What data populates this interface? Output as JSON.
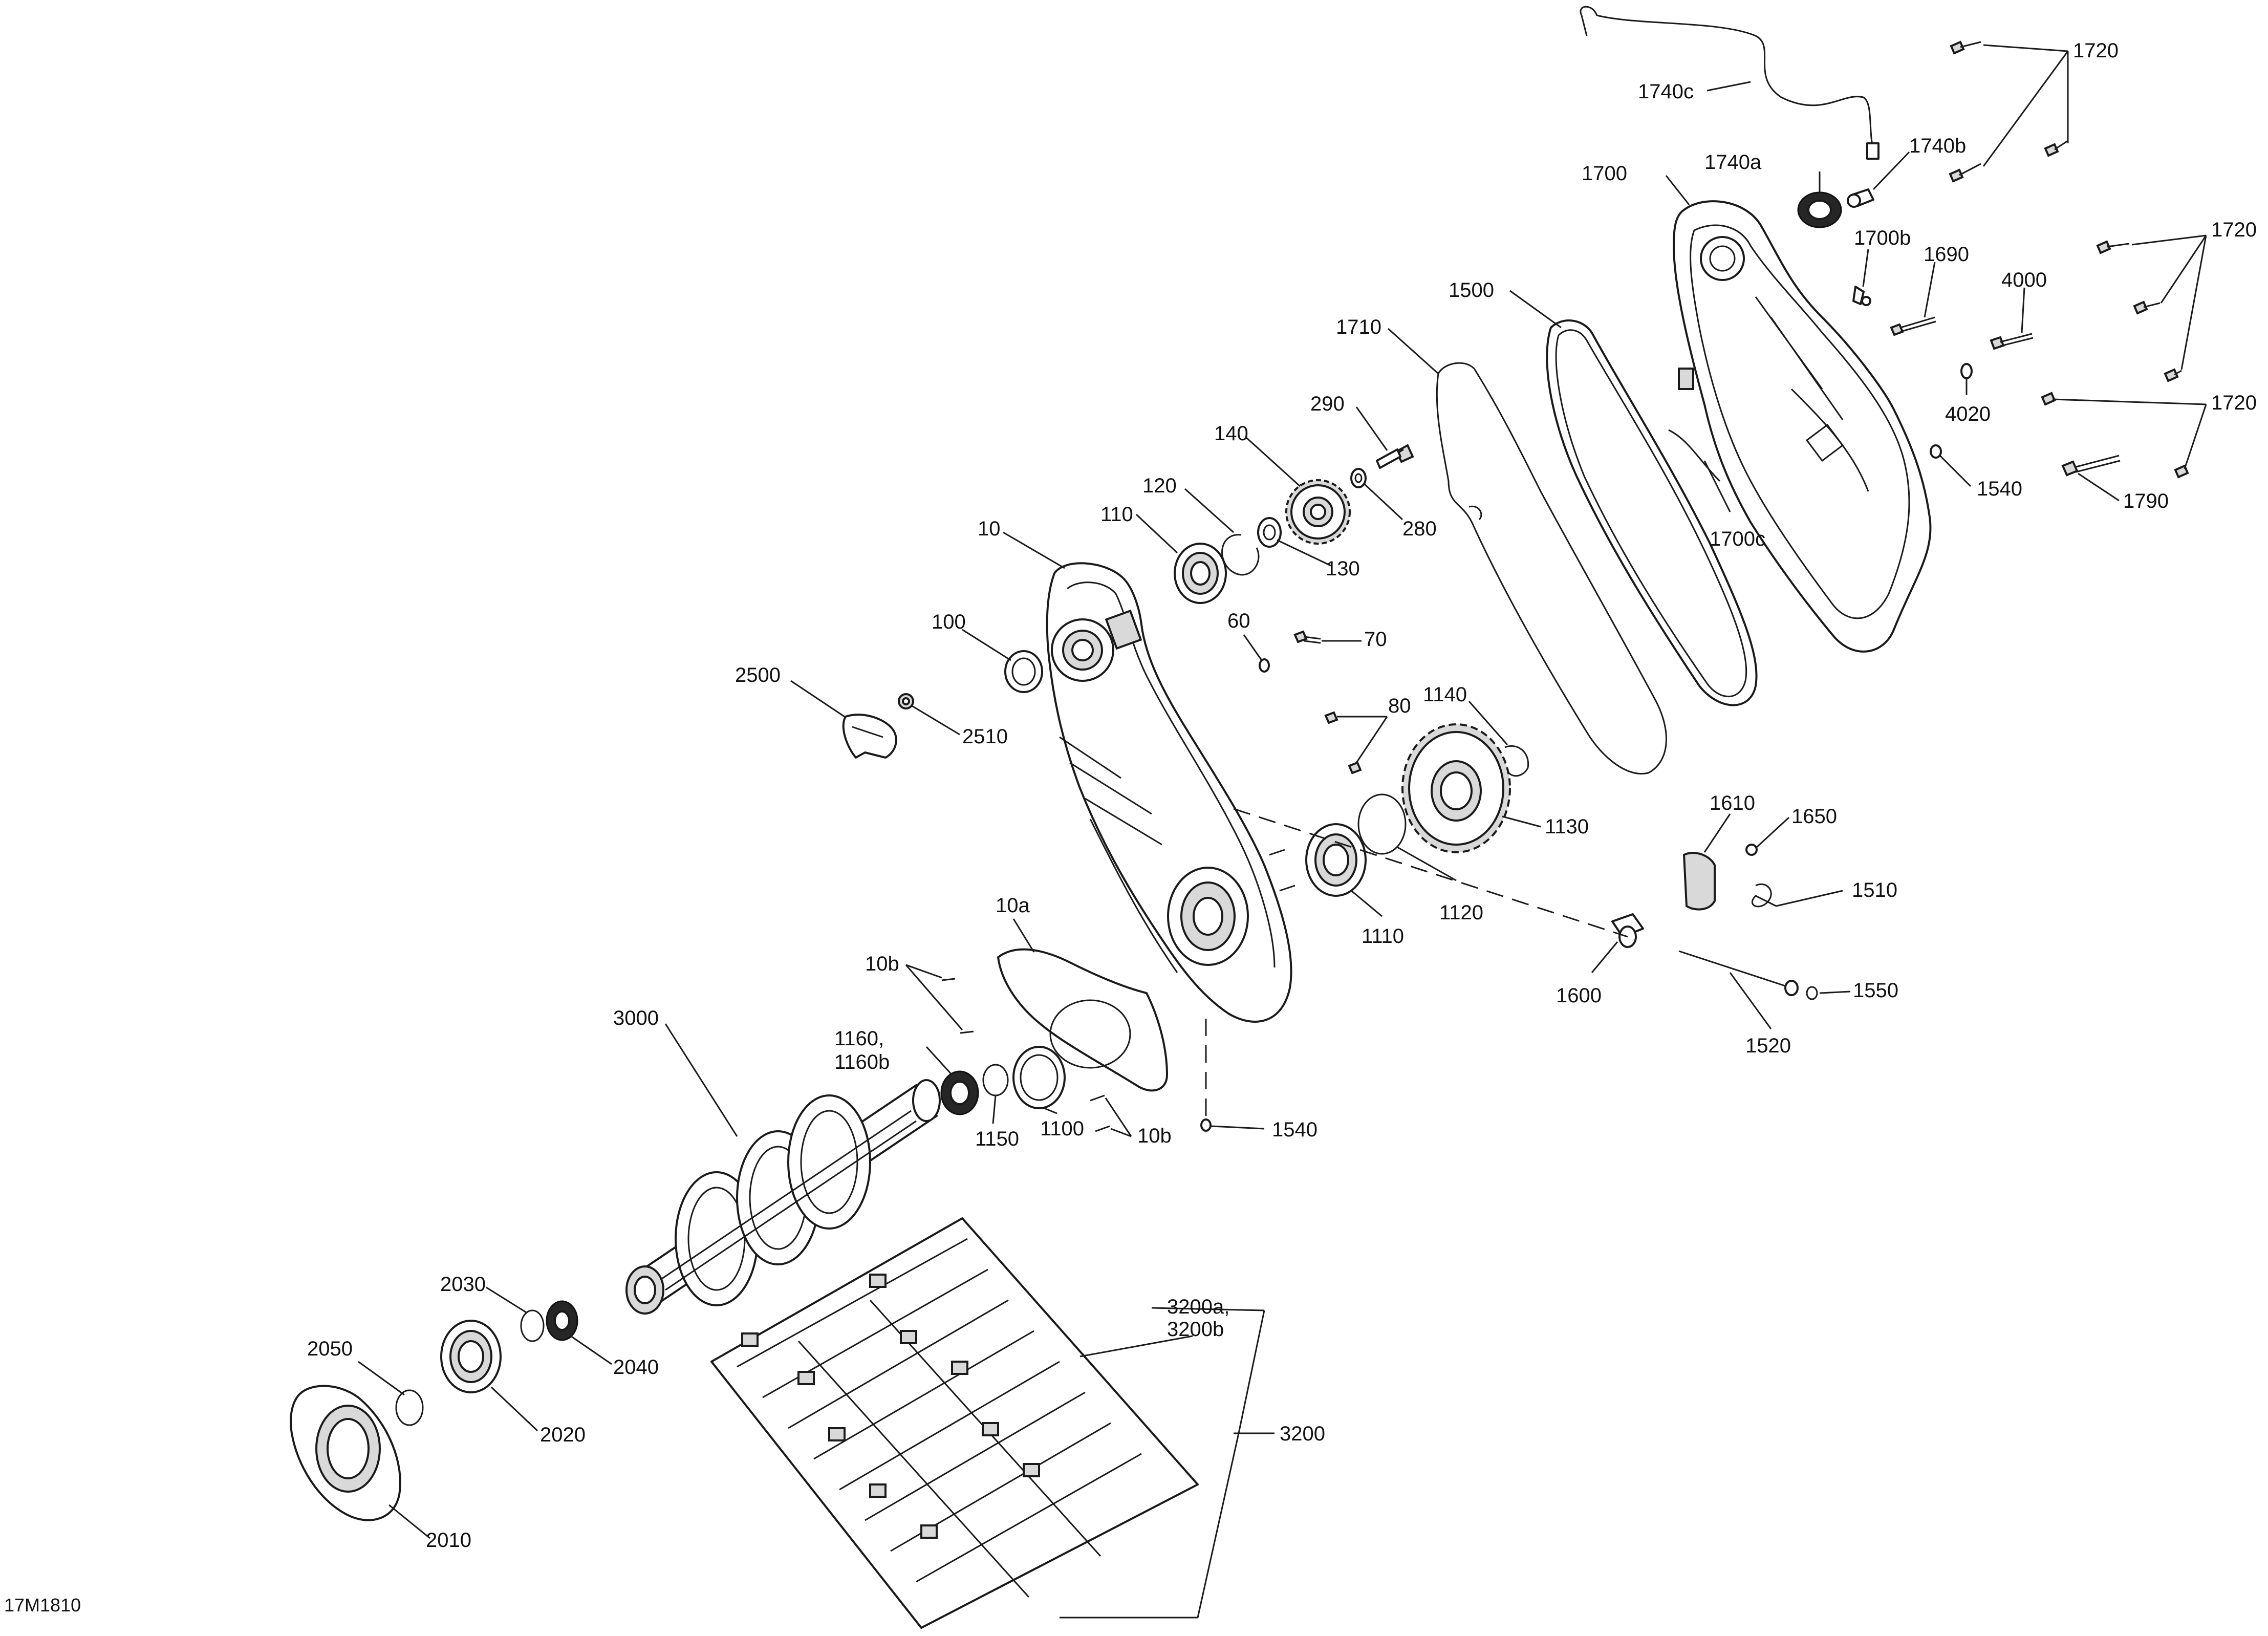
{
  "diagram": {
    "reference_code": "17M1810",
    "callouts": {
      "c1720": "1720",
      "c1720b": "1720",
      "c1720c": "1720",
      "c1740c": "1740c",
      "c1740a": "1740a",
      "c1740b": "1740b",
      "c1700": "1700",
      "c1700b": "1700b",
      "c1690": "1690",
      "c4000": "4000",
      "c1500": "1500",
      "c1710": "1710",
      "c4020": "4020",
      "c290": "290",
      "c1540a": "1540",
      "c1790": "1790",
      "c140": "140",
      "c120": "120",
      "c110": "110",
      "c280": "280",
      "c1700c": "1700c",
      "c130": "130",
      "c10": "10",
      "c60": "60",
      "c70": "70",
      "c100": "100",
      "c2500": "2500",
      "c80": "80",
      "c1140": "1140",
      "c2510": "2510",
      "c1130": "1130",
      "c1610": "1610",
      "c1650": "1650",
      "c10a": "10a",
      "c1510": "1510",
      "c1110": "1110",
      "c1120": "1120",
      "c10b_top": "10b",
      "c1600": "1600",
      "c1550": "1550",
      "c3000": "3000",
      "c1520": "1520",
      "c1160_l1": "1160,",
      "c1160_l2": "1160b",
      "c1150": "1150",
      "c1100": "1100",
      "c10b_bot": "10b",
      "c1540b": "1540",
      "c2030": "2030",
      "c3200a_l1": "3200a,",
      "c3200a_l2": "3200b",
      "c2050": "2050",
      "c2040": "2040",
      "c2020": "2020",
      "c3200": "3200",
      "c2010": "2010"
    }
  }
}
